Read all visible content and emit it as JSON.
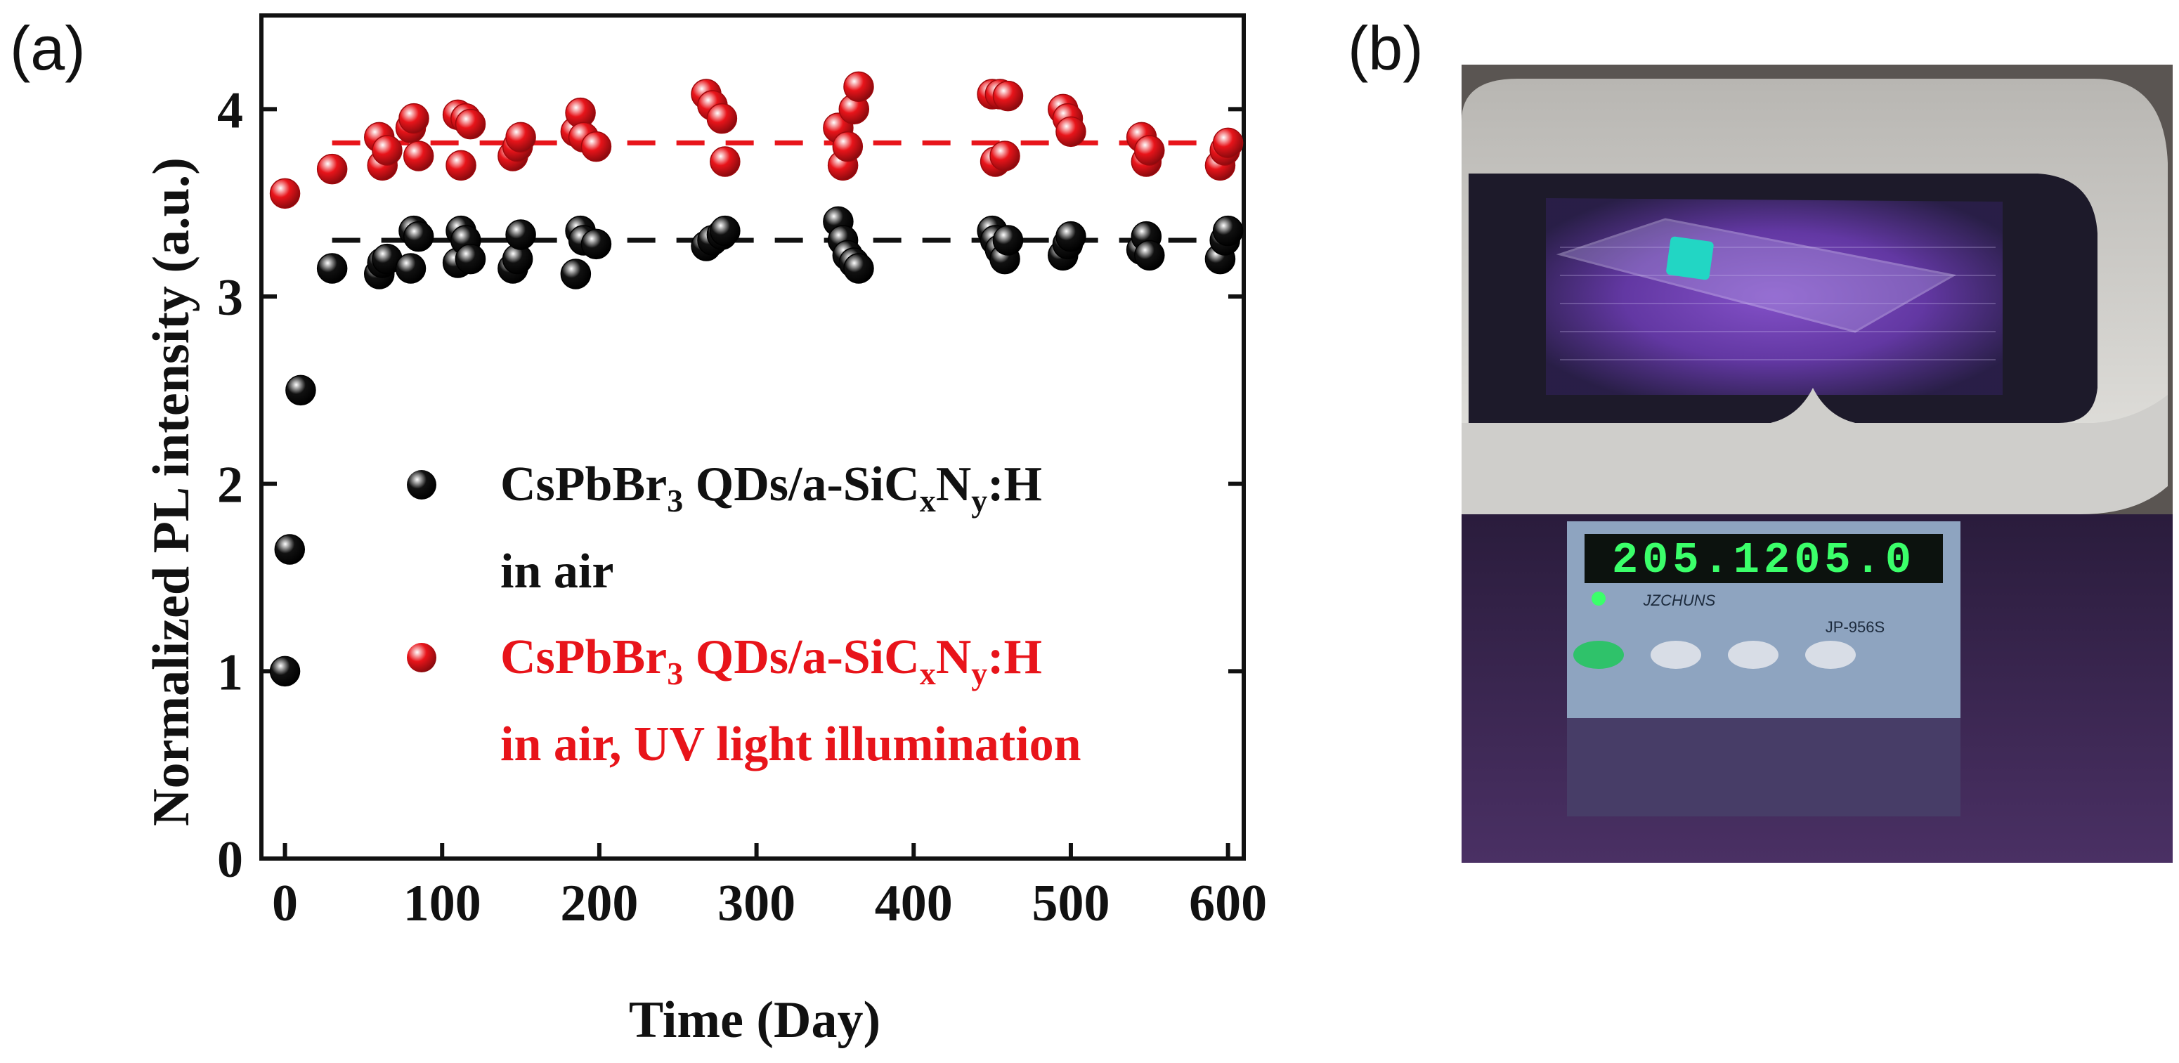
{
  "panels": {
    "a": "(a)",
    "b": "(b)"
  },
  "chart_data": {
    "type": "scatter",
    "xlabel": "Time (Day)",
    "ylabel": "Normalized PL intensity (a.u.)",
    "xlim": [
      -15,
      610
    ],
    "ylim": [
      0,
      4.5
    ],
    "xticks": [
      0,
      100,
      200,
      300,
      400,
      500,
      600
    ],
    "yticks": [
      0,
      1,
      2,
      3,
      4
    ],
    "legend_position": "center-right inside plot",
    "grid": false,
    "series": [
      {
        "name_parts": {
          "pre": "CsPbBr",
          "s1": "3",
          "mid": " QDs/a-SiC",
          "s2": "x",
          "mid2": "N",
          "s3": "y",
          "post": ":H"
        },
        "name_line2": "in air",
        "color": "#111111",
        "trend_level": 3.3,
        "x": [
          0,
          3,
          10,
          30,
          60,
          62,
          65,
          80,
          82,
          85,
          110,
          112,
          115,
          118,
          145,
          148,
          150,
          185,
          188,
          190,
          198,
          268,
          272,
          278,
          280,
          352,
          355,
          358,
          362,
          365,
          450,
          452,
          455,
          458,
          460,
          495,
          498,
          500,
          545,
          548,
          550,
          595,
          598,
          600
        ],
        "y": [
          1.0,
          1.65,
          2.5,
          3.15,
          3.12,
          3.18,
          3.2,
          3.15,
          3.35,
          3.32,
          3.18,
          3.35,
          3.3,
          3.2,
          3.15,
          3.2,
          3.33,
          3.12,
          3.35,
          3.3,
          3.28,
          3.27,
          3.3,
          3.33,
          3.35,
          3.4,
          3.3,
          3.22,
          3.18,
          3.15,
          3.35,
          3.3,
          3.25,
          3.2,
          3.3,
          3.22,
          3.28,
          3.32,
          3.25,
          3.32,
          3.22,
          3.2,
          3.3,
          3.35
        ],
        "name": "CsPbBr3 QDs/a-SiCxNy:H in air"
      },
      {
        "name_parts": {
          "pre": "CsPbBr",
          "s1": "3",
          "mid": " QDs/a-SiC",
          "s2": "x",
          "mid2": "N",
          "s3": "y",
          "post": ":H"
        },
        "name_line2": "in air, UV light illumination",
        "color": "#e8141a",
        "trend_level": 3.82,
        "x": [
          0,
          30,
          60,
          62,
          65,
          80,
          82,
          85,
          110,
          112,
          115,
          118,
          145,
          148,
          150,
          185,
          188,
          190,
          198,
          268,
          272,
          278,
          280,
          352,
          355,
          358,
          362,
          365,
          450,
          452,
          455,
          458,
          460,
          495,
          498,
          500,
          545,
          548,
          550,
          595,
          598,
          600
        ],
        "y": [
          3.55,
          3.68,
          3.85,
          3.7,
          3.78,
          3.9,
          3.95,
          3.75,
          3.97,
          3.7,
          3.95,
          3.92,
          3.75,
          3.8,
          3.85,
          3.88,
          3.98,
          3.85,
          3.8,
          4.08,
          4.02,
          3.95,
          3.72,
          3.9,
          3.7,
          3.8,
          4.0,
          4.12,
          4.08,
          3.72,
          4.08,
          3.75,
          4.07,
          4.0,
          3.95,
          3.88,
          3.85,
          3.72,
          3.78,
          3.7,
          3.78,
          3.82
        ],
        "name": "CsPbBr3 QDs/a-SiCxNy:H in air, UV light illumination"
      }
    ]
  },
  "photo": {
    "display_digits": "205.1205.0",
    "controller_model": "JP-956S",
    "controller_brand": "JZCHUNS",
    "colors": {
      "uv_purple": "#8a4fd0",
      "sample_cyan": "#22d6c4",
      "led_green": "#3bff6a",
      "tray": "#d9d9d6"
    }
  }
}
